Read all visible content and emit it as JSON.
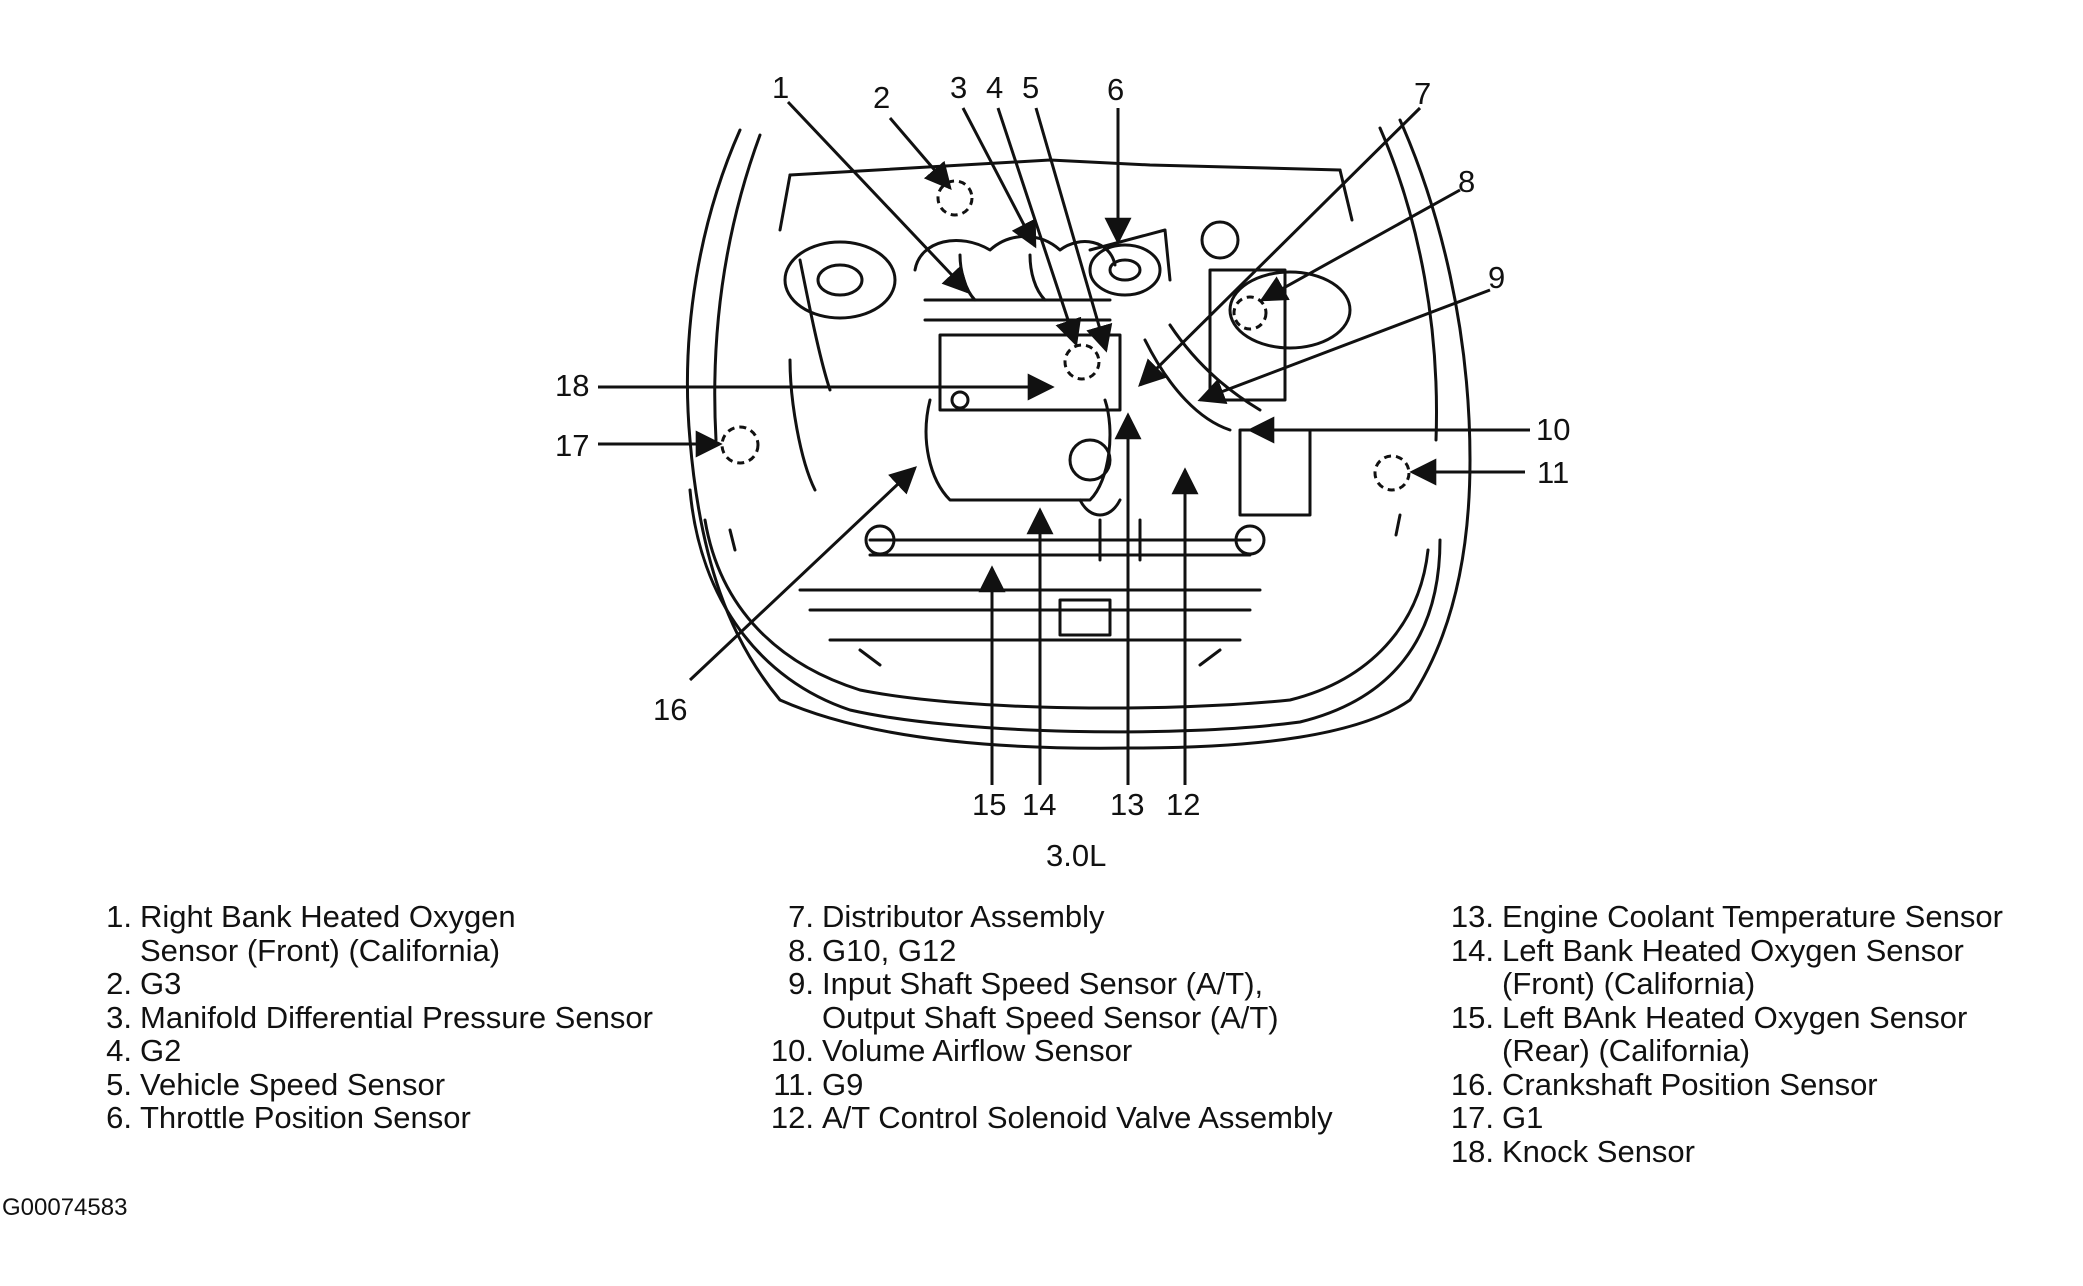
{
  "figure": {
    "caption": "3.0L",
    "code": "G00074583"
  },
  "callouts": [
    {
      "n": "1"
    },
    {
      "n": "2"
    },
    {
      "n": "3"
    },
    {
      "n": "4"
    },
    {
      "n": "5"
    },
    {
      "n": "6"
    },
    {
      "n": "7"
    },
    {
      "n": "8"
    },
    {
      "n": "9"
    },
    {
      "n": "10"
    },
    {
      "n": "11"
    },
    {
      "n": "12"
    },
    {
      "n": "13"
    },
    {
      "n": "14"
    },
    {
      "n": "15"
    },
    {
      "n": "16"
    },
    {
      "n": "17"
    },
    {
      "n": "18"
    }
  ],
  "legend": {
    "col1": [
      {
        "num": "1.",
        "text": "Right Bank Heated Oxygen"
      },
      {
        "num": "",
        "text": "Sensor (Front) (California)"
      },
      {
        "num": "2.",
        "text": "G3"
      },
      {
        "num": "3.",
        "text": "Manifold Differential Pressure Sensor"
      },
      {
        "num": "4.",
        "text": "G2"
      },
      {
        "num": "5.",
        "text": "Vehicle Speed Sensor"
      },
      {
        "num": "6.",
        "text": "Throttle Position Sensor"
      }
    ],
    "col2": [
      {
        "num": "7.",
        "text": "Distributor Assembly"
      },
      {
        "num": "8.",
        "text": "G10, G12"
      },
      {
        "num": "9.",
        "text": "Input Shaft Speed Sensor (A/T),"
      },
      {
        "num": "",
        "text": "Output Shaft Speed Sensor (A/T)"
      },
      {
        "num": "10.",
        "text": "Volume Airflow Sensor"
      },
      {
        "num": "11.",
        "text": "G9"
      },
      {
        "num": "12.",
        "text": "A/T Control Solenoid Valve Assembly"
      }
    ],
    "col3": [
      {
        "num": "13.",
        "text": "Engine Coolant Temperature Sensor"
      },
      {
        "num": "14.",
        "text": "Left Bank Heated Oxygen Sensor"
      },
      {
        "num": "",
        "text": "(Front) (California)"
      },
      {
        "num": "15.",
        "text": "Left BAnk Heated Oxygen Sensor"
      },
      {
        "num": "",
        "text": "(Rear) (California)"
      },
      {
        "num": "16.",
        "text": "Crankshaft Position Sensor"
      },
      {
        "num": "17.",
        "text": "G1"
      },
      {
        "num": "18.",
        "text": "Knock Sensor"
      }
    ]
  }
}
